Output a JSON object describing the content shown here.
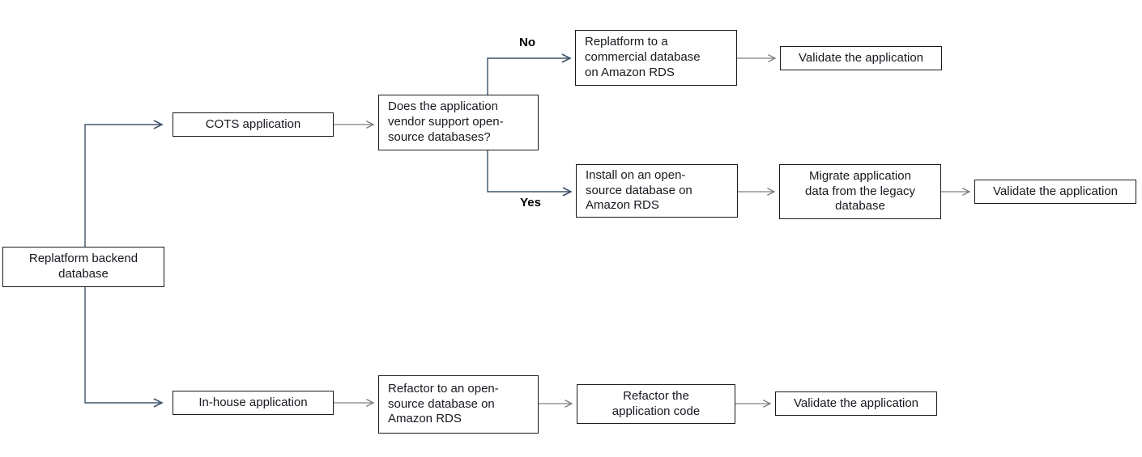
{
  "nodes": {
    "root": {
      "label": "Replatform backend\ndatabase"
    },
    "cots": {
      "label": "COTS application"
    },
    "decision": {
      "label": "Does the application\nvendor support open-\nsource databases?"
    },
    "commercial": {
      "label": "Replatform to a\ncommercial database\non Amazon RDS"
    },
    "validate_no": {
      "label": "Validate the application"
    },
    "install": {
      "label": "Install on an open-\nsource database on\nAmazon RDS"
    },
    "migrate": {
      "label": "Migrate application\ndata from the legacy\ndatabase"
    },
    "validate_yes": {
      "label": "Validate the application"
    },
    "inhouse": {
      "label": "In-house application"
    },
    "refactor_db": {
      "label": "Refactor to an open-\nsource database on\nAmazon RDS"
    },
    "refactor_code": {
      "label": "Refactor the\napplication code"
    },
    "validate_inhouse": {
      "label": "Validate the application"
    }
  },
  "edge_labels": {
    "no": "No",
    "yes": "Yes"
  },
  "edges": [
    {
      "from": "root",
      "to": "cots"
    },
    {
      "from": "root",
      "to": "inhouse"
    },
    {
      "from": "cots",
      "to": "decision"
    },
    {
      "from": "decision",
      "to": "commercial",
      "label": "No"
    },
    {
      "from": "decision",
      "to": "install",
      "label": "Yes"
    },
    {
      "from": "commercial",
      "to": "validate_no"
    },
    {
      "from": "install",
      "to": "migrate"
    },
    {
      "from": "migrate",
      "to": "validate_yes"
    },
    {
      "from": "inhouse",
      "to": "refactor_db"
    },
    {
      "from": "refactor_db",
      "to": "refactor_code"
    },
    {
      "from": "refactor_code",
      "to": "validate_inhouse"
    }
  ],
  "colors": {
    "branch_line": "#3e5368",
    "connector_line": "#7f7f7f",
    "box_border": "#1a1a1a",
    "text": "#16191f",
    "background": "#ffffff"
  }
}
